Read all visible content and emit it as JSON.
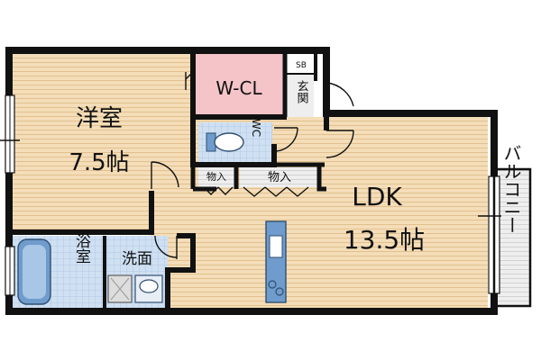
{
  "plan": {
    "western_room": {
      "name": "洋室",
      "size": "7.5帖"
    },
    "walk_in_closet": {
      "name": "W-CL"
    },
    "shoe_box": {
      "name": "SB"
    },
    "entrance": {
      "name": "玄関"
    },
    "toilet": {
      "name": "WC"
    },
    "storage_1": {
      "name": "物入"
    },
    "storage_2": {
      "name": "物入"
    },
    "ldk": {
      "name": "LDK",
      "size": "13.5帖"
    },
    "balcony": {
      "name": "バルコニー"
    },
    "bathroom": {
      "name": "浴室"
    },
    "washroom": {
      "name": "洗面"
    }
  },
  "colors": {
    "floor_wood": "#f4ddb8",
    "floor_grain": "#e2c08f",
    "closet": "#f5c4c8",
    "wet_area": "#cfe0f2",
    "wet_grid": "#a9c2e0",
    "wall": "#111111",
    "appliance": "#6f9ccc"
  }
}
